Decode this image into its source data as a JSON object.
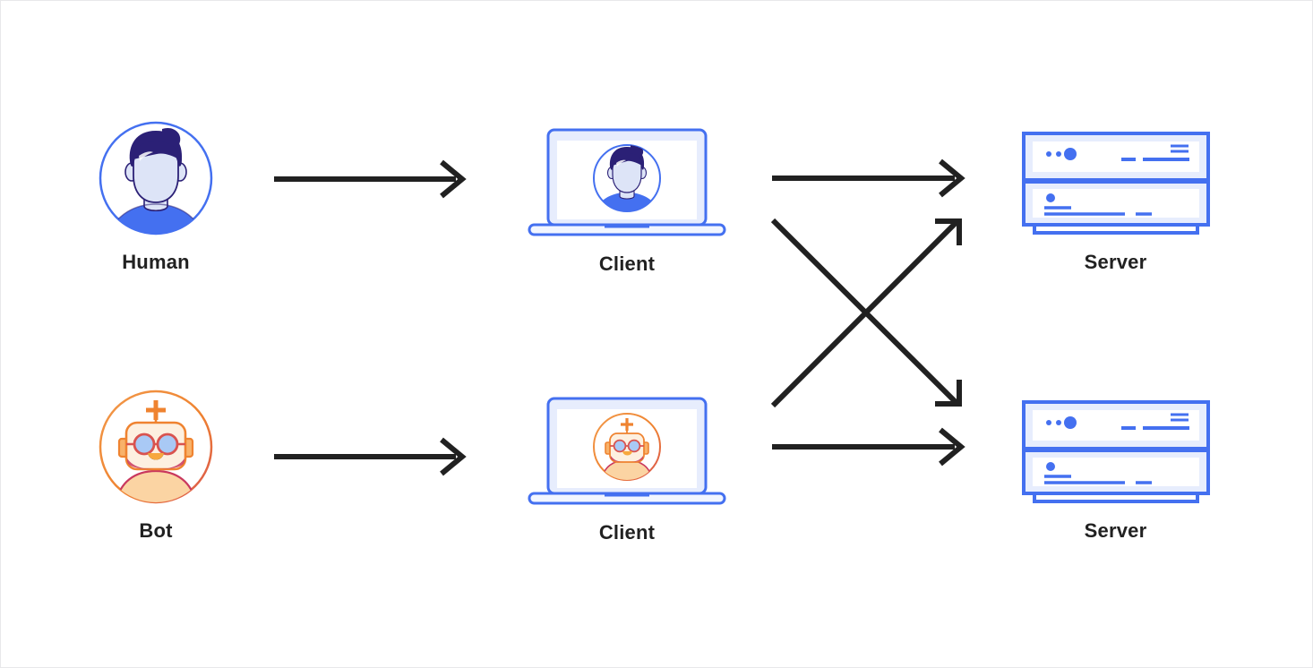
{
  "diagram": {
    "title": "Human and Bot client-server request flow",
    "background_color": "#ffffff",
    "border_color": "#e8e8ea",
    "arrow_color": "#212121",
    "label_color": "#212121",
    "accent_blue": "#4470f0",
    "accent_blue_light": "#e7edfd",
    "accent_orange": "#f2994a",
    "accent_orange_deep": "#ed8b2b",
    "accent_red": "#c9385e",
    "avatar_hair": "#2b2076",
    "avatar_skin": "#dde4f7",
    "avatar_shirt": "#4470f0",
    "robot_eye": "#a9c9f5",
    "robot_head": "#fde3c4"
  },
  "nodes": [
    {
      "id": "human",
      "label": "Human",
      "icon": "human-avatar-icon",
      "row": "top",
      "column": "actor"
    },
    {
      "id": "client-top",
      "label": "Client",
      "icon": "laptop-with-human-avatar-icon",
      "row": "top",
      "column": "client"
    },
    {
      "id": "server-top",
      "label": "Server",
      "icon": "server-rack-icon",
      "row": "top",
      "column": "server"
    },
    {
      "id": "bot",
      "label": "Bot",
      "icon": "bot-avatar-icon",
      "row": "bottom",
      "column": "actor"
    },
    {
      "id": "client-bottom",
      "label": "Client",
      "icon": "laptop-with-bot-avatar-icon",
      "row": "bottom",
      "column": "client"
    },
    {
      "id": "server-bottom",
      "label": "Server",
      "icon": "server-rack-icon",
      "row": "bottom",
      "column": "server"
    }
  ],
  "connections": [
    {
      "id": "human-to-client",
      "from": "human",
      "to": "client-top",
      "style": "straight-arrow"
    },
    {
      "id": "bot-to-client",
      "from": "bot",
      "to": "client-bottom",
      "style": "straight-arrow"
    },
    {
      "id": "client-top-to-server-top",
      "from": "client-top",
      "to": "server-top",
      "style": "straight-arrow"
    },
    {
      "id": "client-top-to-server-bottom",
      "from": "client-top",
      "to": "server-bottom",
      "style": "diagonal-arrow-down"
    },
    {
      "id": "client-bottom-to-server-top",
      "from": "client-bottom",
      "to": "server-top",
      "style": "diagonal-arrow-up"
    },
    {
      "id": "client-bottom-to-server-bottom",
      "from": "client-bottom",
      "to": "server-bottom",
      "style": "straight-arrow"
    }
  ]
}
